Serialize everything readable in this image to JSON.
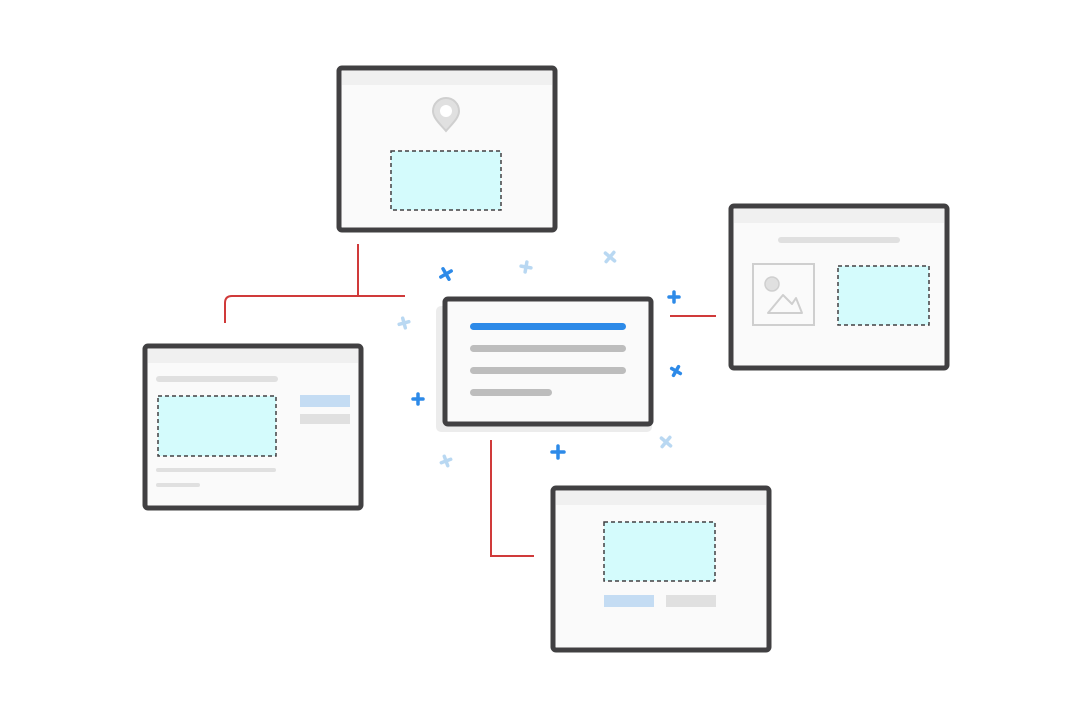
{
  "colors": {
    "background": "#ffffff",
    "frame_border": "#414042",
    "frame_fill": "#fafafa",
    "frame_topbar": "#f0f0f0",
    "connector": "#d03a3a",
    "placeholder_fill": "#d4fbfc",
    "placeholder_dash": "#414042",
    "accent_blue": "#2d8ae8",
    "light_blue": "#c4dcf3",
    "gray_line": "#bdbdbd",
    "light_gray": "#e0e0e0",
    "icon_gray": "#cfcfcf",
    "sparkle_dark": "#2d8ae8",
    "sparkle_light": "#b9d8f2"
  },
  "diagram": {
    "central_card": {
      "icon": "text-lines-icon",
      "lines": 4,
      "highlighted_line": 1
    },
    "frames": [
      {
        "id": "top",
        "icon": "map-pin-icon",
        "placeholders": 1
      },
      {
        "id": "left",
        "placeholders": 1,
        "sidebar_blocks": 2
      },
      {
        "id": "right",
        "icon": "image-icon",
        "placeholders": 1
      },
      {
        "id": "bottom",
        "placeholders": 1,
        "buttons": 2
      }
    ],
    "connectors": [
      "center-to-top",
      "center-to-left",
      "center-to-right",
      "center-to-bottom"
    ],
    "decoration": "sparkle-crosses"
  }
}
